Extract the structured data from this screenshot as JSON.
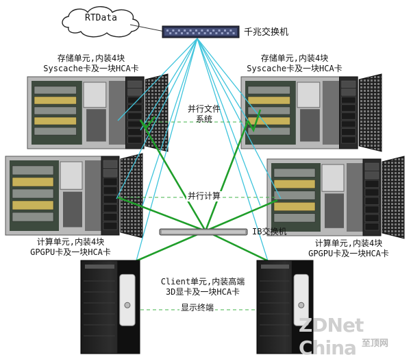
{
  "cloud_label": "RTData",
  "gigabit_switch_label": "千兆交换机",
  "ib_switch_label": "IB交换机",
  "storage_left": {
    "line1": "存储单元,内装4块",
    "line2": "Syscache卡及一块HCA卡"
  },
  "storage_right": {
    "line1": "存储单元,内装4块",
    "line2": "Syscache卡及一块HCA卡"
  },
  "compute_left": {
    "line1": "计算单元,内装4块",
    "line2": "GPGPU卡及一块HCA卡"
  },
  "compute_right": {
    "line1": "计算单元,内装4块",
    "line2": "GPGPU卡及一块HCA卡"
  },
  "pfs_label": {
    "line1": "并行文件",
    "line2": "系统"
  },
  "parallel_compute_label": "并行计算",
  "client_label": {
    "line1": "Client单元,内装高端",
    "line2": "3D显卡及一块HCA卡"
  },
  "display_label": "显示终端",
  "watermark": {
    "brand": "ZDNet China",
    "sub": "至顶网"
  },
  "colors": {
    "ethernet": "#3fc4dc",
    "infiniband": "#1f9e2a",
    "dashed": "#41b34a",
    "watermark": "#cfcfcf"
  }
}
